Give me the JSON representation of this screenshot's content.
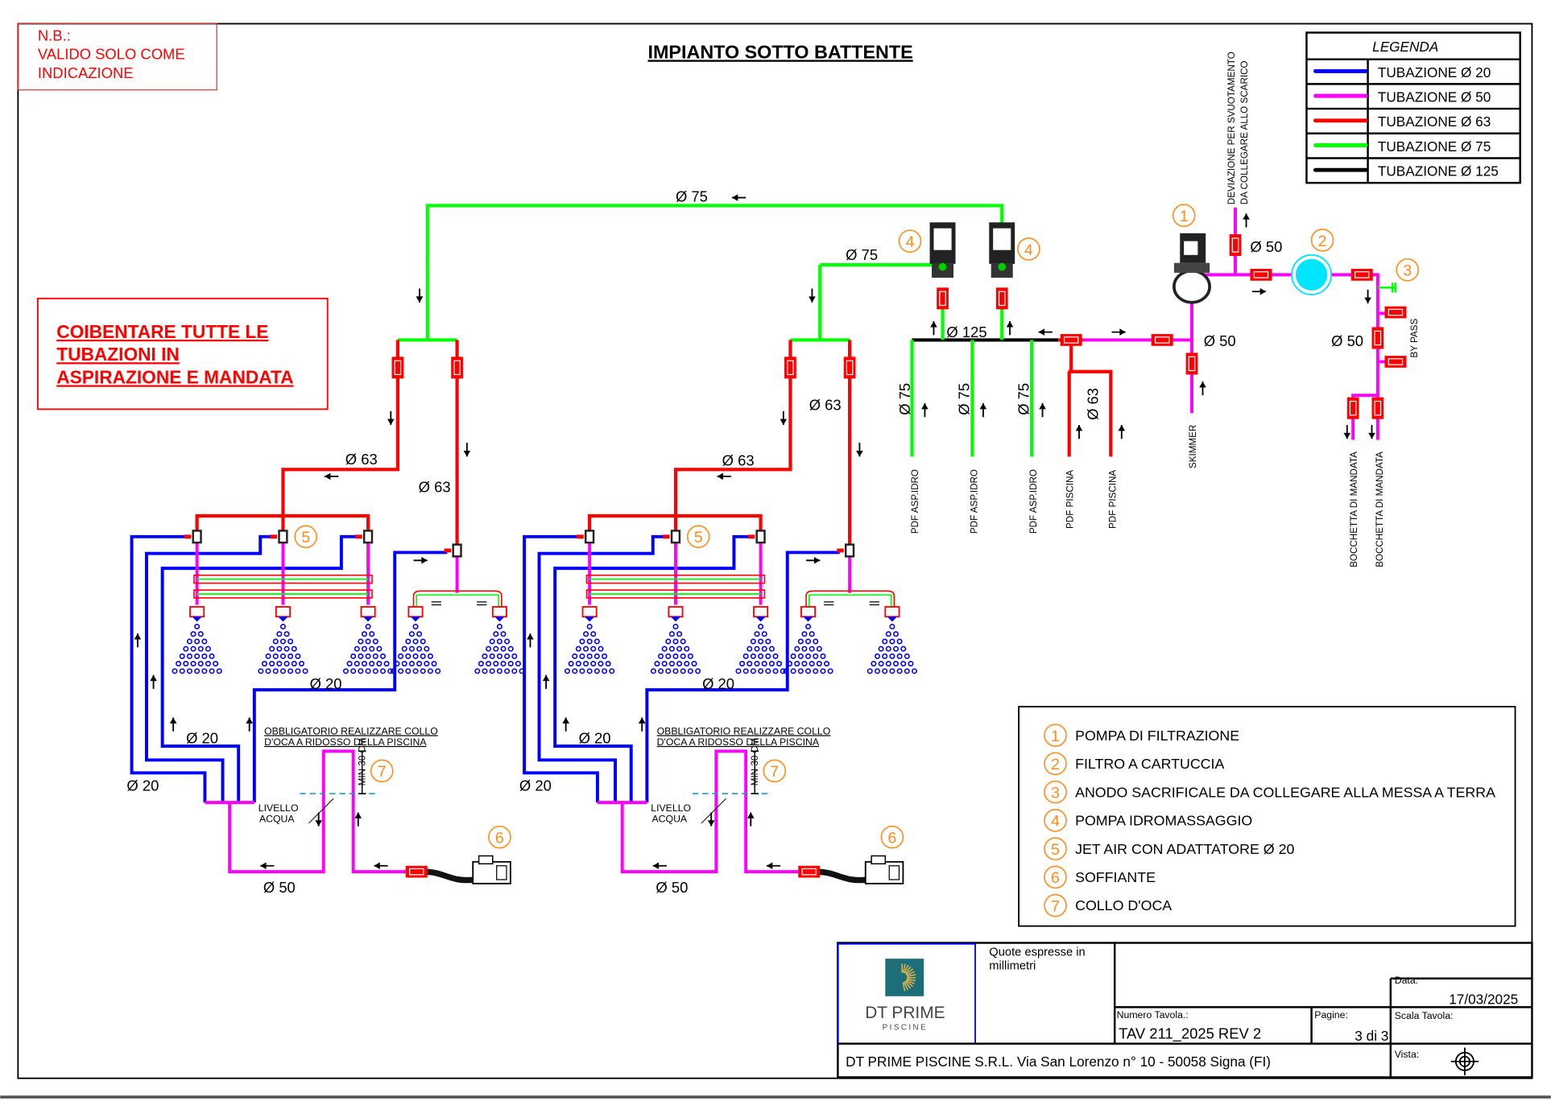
{
  "title": "IMPIANTO SOTTO BATTENTE",
  "nb_note": [
    "N.B.:",
    "VALIDO SOLO COME",
    "INDICAZIONE"
  ],
  "insulation_note": [
    "COIBENTARE TUTTE LE",
    "TUBAZIONI IN",
    "ASPIRAZIONE E MANDATA"
  ],
  "colors": {
    "d20": "#0000ff",
    "d50": "#ff00ff",
    "d63": "#ff0000",
    "d75": "#00ff00",
    "d125": "#000000",
    "badge": "#ff8c1a",
    "filter": "#00e5ff"
  },
  "legend": {
    "title": "LEGENDA",
    "items": [
      {
        "label": "TUBAZIONE Ø 20",
        "color": "#0000ff"
      },
      {
        "label": "TUBAZIONE Ø 50",
        "color": "#ff00ff"
      },
      {
        "label": "TUBAZIONE Ø 63",
        "color": "#ff0000"
      },
      {
        "label": "TUBAZIONE Ø 75",
        "color": "#00ff00"
      },
      {
        "label": "TUBAZIONE Ø 125",
        "color": "#000000"
      }
    ]
  },
  "components": [
    {
      "num": "1",
      "label": "POMPA DI FILTRAZIONE"
    },
    {
      "num": "2",
      "label": "FILTRO A CARTUCCIA"
    },
    {
      "num": "3",
      "label": "ANODO SACRIFICALE DA COLLEGARE ALLA MESSA A TERRA"
    },
    {
      "num": "4",
      "label": "POMPA IDROMASSAGGIO"
    },
    {
      "num": "5",
      "label": "JET AIR CON ADATTATORE Ø 20"
    },
    {
      "num": "6",
      "label": "SOFFIANTE"
    },
    {
      "num": "7",
      "label": "COLLO D'OCA"
    }
  ],
  "pipe_labels": {
    "d75": "Ø 75",
    "d125": "Ø 125",
    "d63": "Ø 63",
    "d50": "Ø 50",
    "d20": "Ø 20"
  },
  "outlets": {
    "asp_idro": "PDF ASP.IDRO",
    "pdf_piscina": "PDF PISCINA",
    "skimmer": "SKIMMER",
    "bocchetta": "BOCCHETTA DI MANDATA",
    "by_pass": "BY PASS",
    "deviazione": [
      "DEVIAZIONE PER SVUOTAMENTO",
      "DA COLLEGARE ALLO SCARICO"
    ]
  },
  "section": {
    "note": [
      "OBBLIGATORIO REALIZZARE COLLO",
      "D'OCA A RIDOSSO DELLA PISCINA"
    ],
    "water_level": [
      "LIVELLO",
      "ACQUA"
    ],
    "min_height": "MIN 30 CM"
  },
  "title_block": {
    "logo": {
      "name": "DT PRIME",
      "sub": "PISCINE"
    },
    "units_note": [
      "Quote espresse in",
      "millimetri"
    ],
    "date_label": "Data:",
    "date": "17/03/2025",
    "drawing_no_label": "Numero Tavola.:",
    "drawing_no": "TAV 211_2025 REV 2",
    "pages_label": "Pagine:",
    "pages": "3 di 3",
    "scale_label": "Scala Tavola:",
    "view_label": "Vista:",
    "company": "DT PRIME PISCINE S.R.L. Via San Lorenzo n° 10 - 50058 Signa (FI)"
  }
}
